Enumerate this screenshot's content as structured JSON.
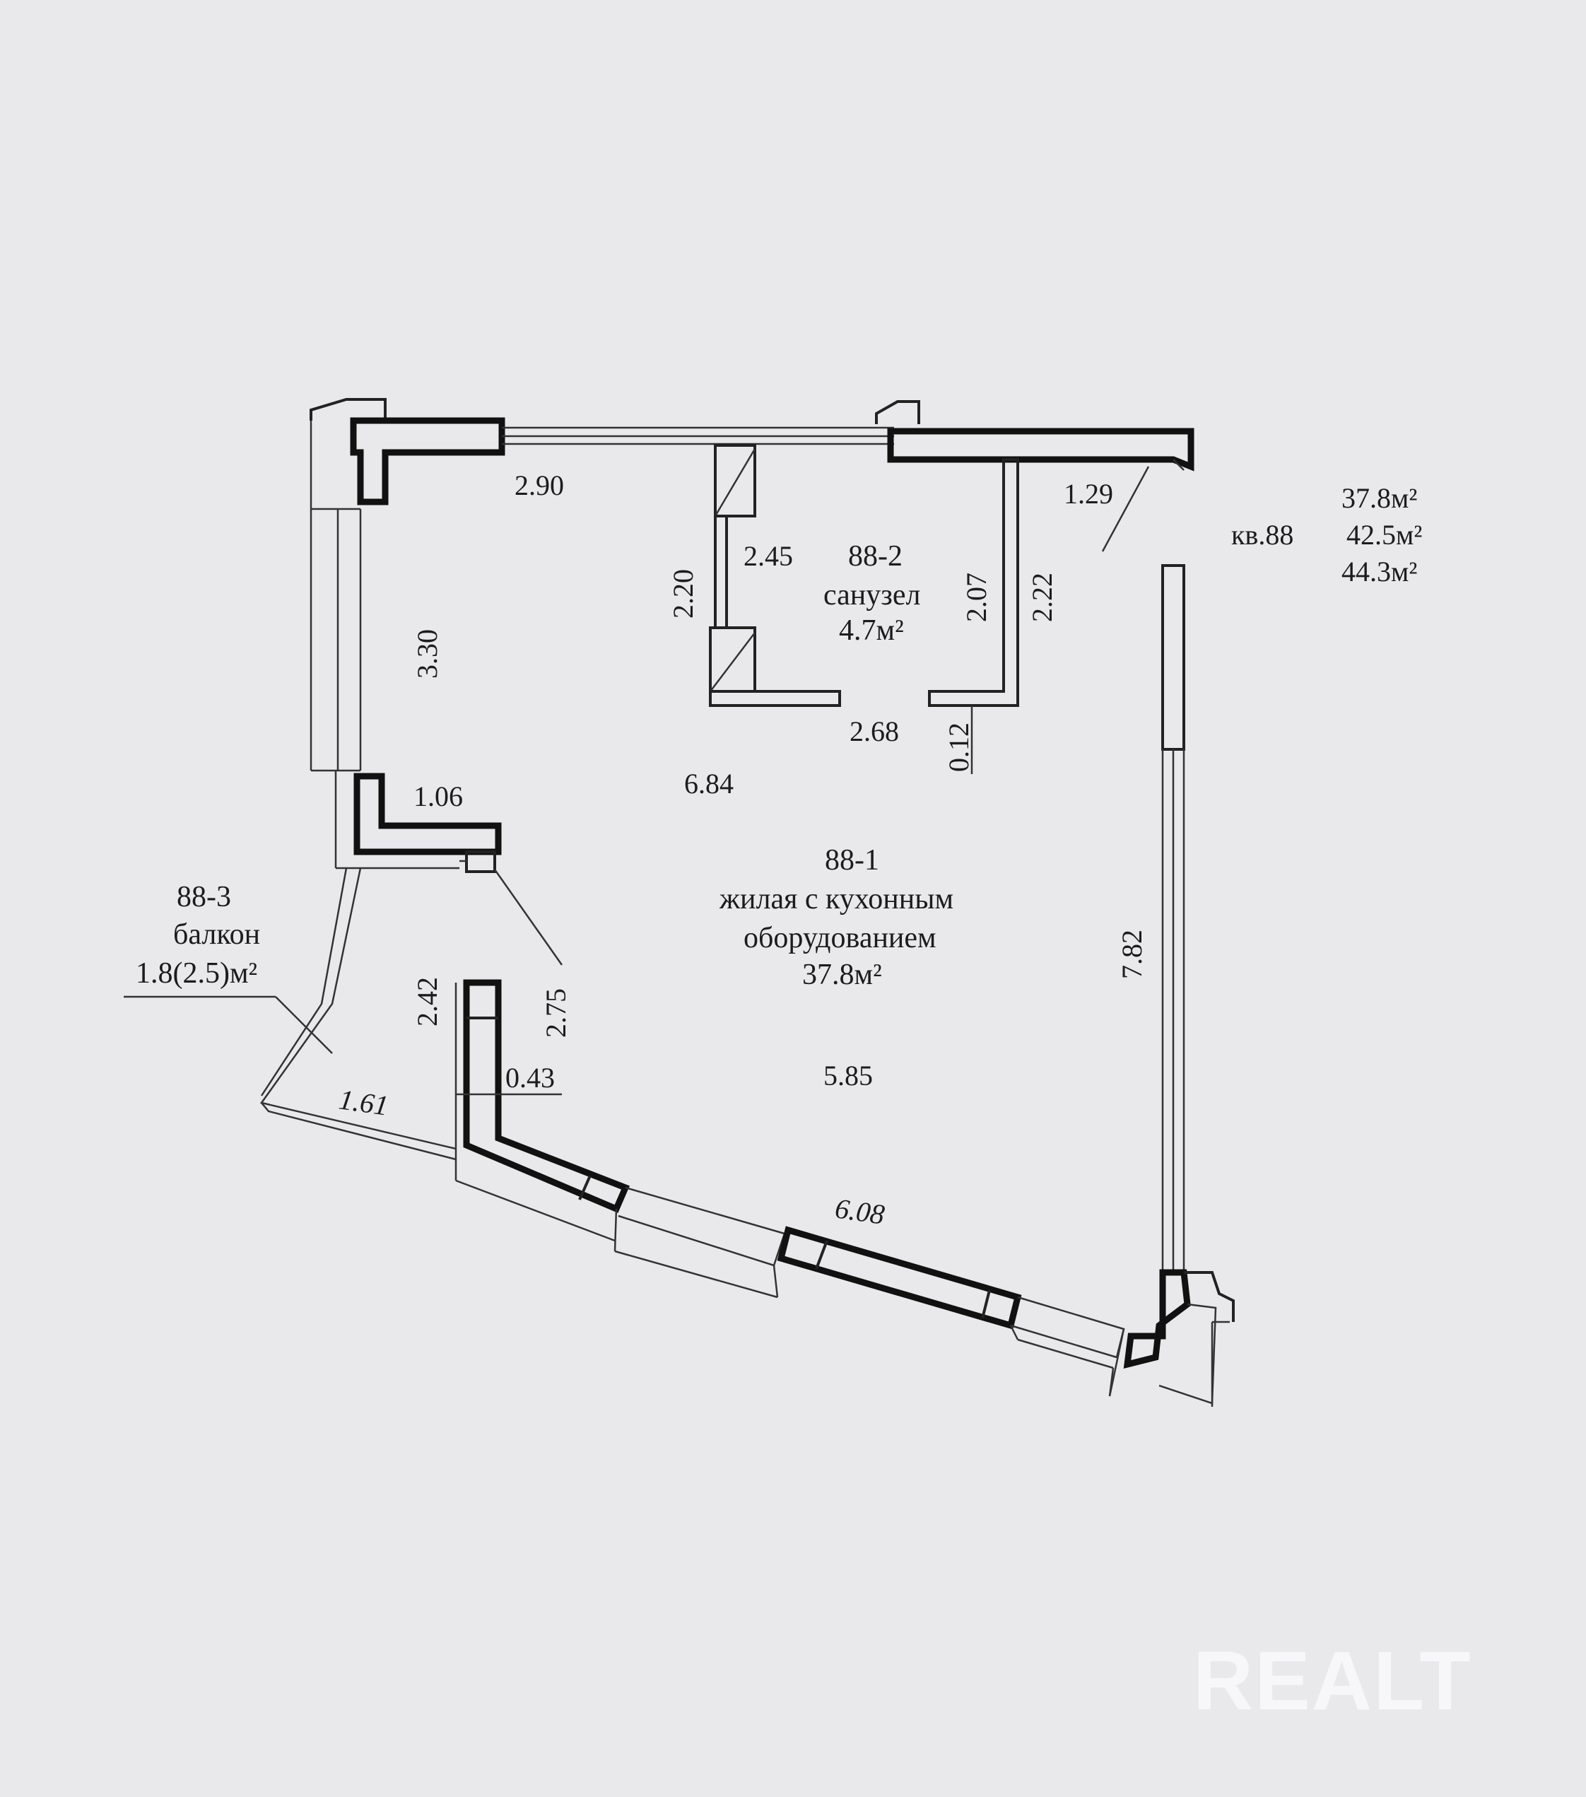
{
  "apartment": {
    "label": "кв.88",
    "areas": [
      "37.8м²",
      "42.5м²",
      "44.3м²"
    ]
  },
  "rooms": {
    "living": {
      "id": "88-1",
      "name_line1": "жилая с кухонным",
      "name_line2": "оборудованием",
      "area": "37.8м²"
    },
    "bathroom": {
      "id": "88-2",
      "name": "санузел",
      "area": "4.7м²"
    },
    "balcony": {
      "id": "88-3",
      "name": "балкон",
      "area": "1.8(2.5)м²"
    }
  },
  "dimensions": {
    "d_2_90": "2.90",
    "d_1_29": "1.29",
    "d_3_30": "3.30",
    "d_2_20": "2.20",
    "d_2_45": "2.45",
    "d_2_07": "2.07",
    "d_2_22": "2.22",
    "d_2_68": "2.68",
    "d_0_12": "0.12",
    "d_6_84": "6.84",
    "d_1_06": "1.06",
    "d_7_82": "7.82",
    "d_2_42": "2.42",
    "d_2_75": "2.75",
    "d_0_43": "0.43",
    "d_5_85": "5.85",
    "d_1_61": "1.61",
    "d_6_08": "6.08"
  },
  "watermark": {
    "text": "REALT"
  }
}
